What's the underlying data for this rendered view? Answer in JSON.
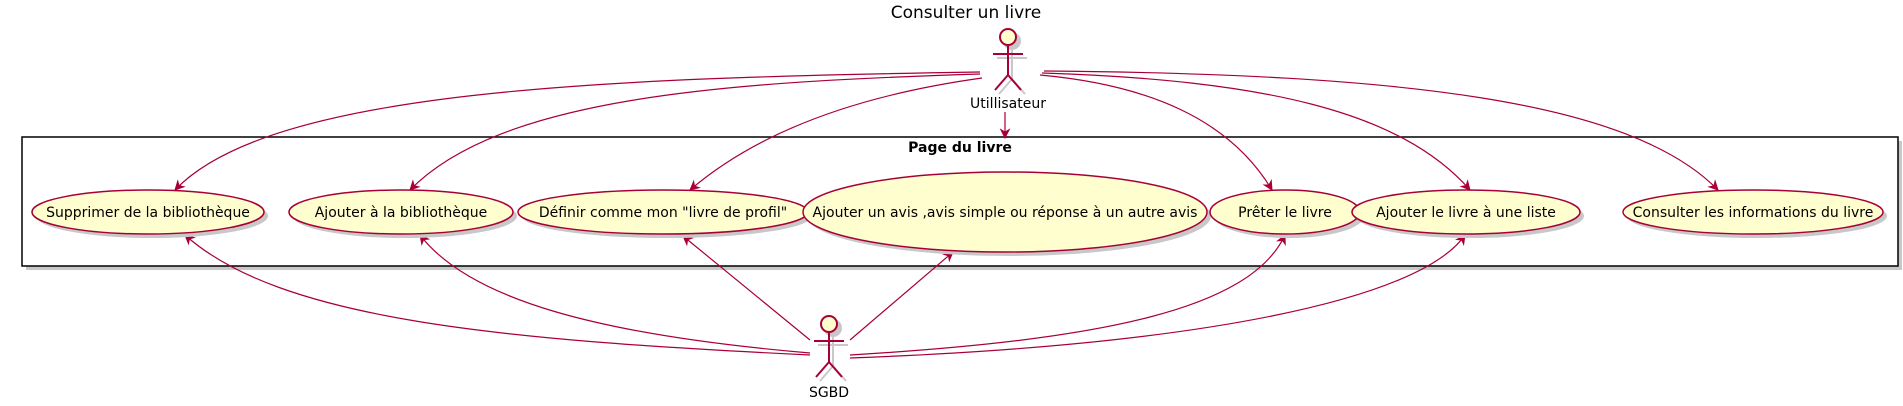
{
  "title": "Consulter un livre",
  "package_label": "Page du livre",
  "actors": {
    "user": "Utillisateur",
    "db": "SGBD"
  },
  "use_cases": [
    "Supprimer de la bibliothèque",
    "Ajouter à la bibliothèque",
    "Définir comme mon \"livre de profil\"",
    "Ajouter un avis ,avis simple ou réponse à un autre avis",
    "Prêter le livre",
    "Ajouter le livre à une liste",
    "Consulter les informations du livre"
  ],
  "colors": {
    "usecase_fill": "#FEFECE",
    "stroke": "#A80036",
    "shadow": "#C8C8C8"
  }
}
